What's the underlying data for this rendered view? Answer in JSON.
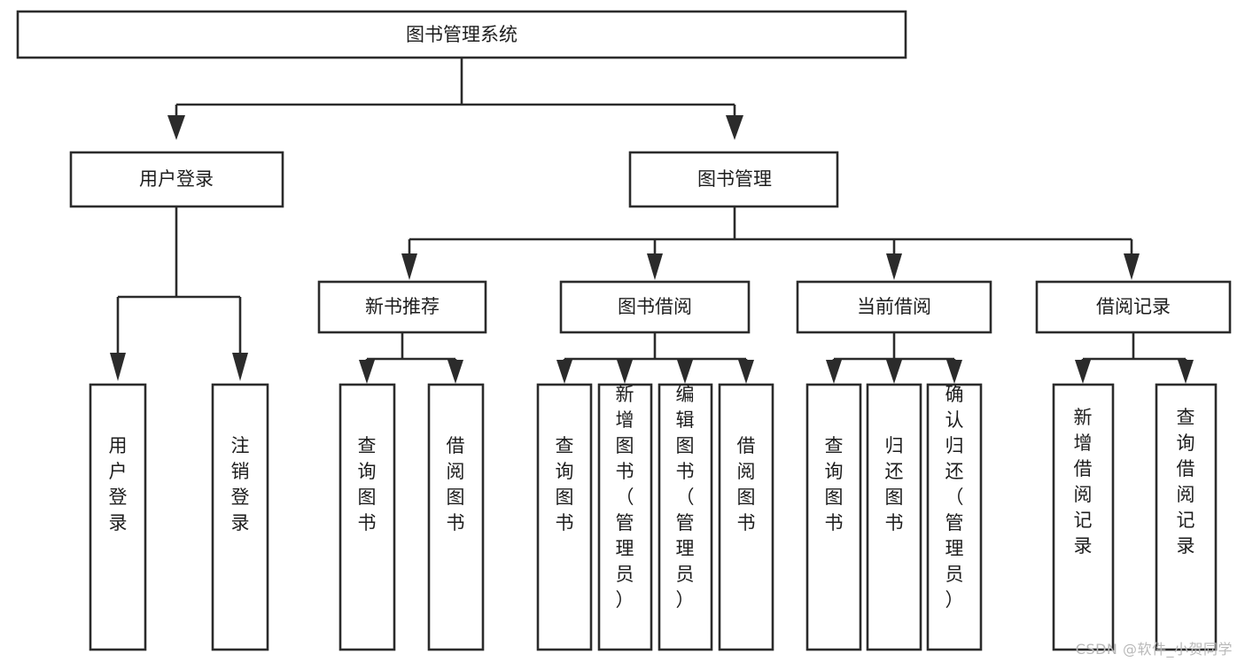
{
  "diagram": {
    "type": "hierarchy-tree",
    "title": "图书管理系统",
    "watermark": "CSDN @软件_小贺同学",
    "colors": {
      "box_stroke": "#2b2b2b",
      "box_fill": "#ffffff",
      "text": "#1d1d1d",
      "background": "#ffffff",
      "watermark": "#b9b9b9"
    },
    "root": {
      "label": "图书管理系统"
    },
    "level2": [
      {
        "label": "用户登录"
      },
      {
        "label": "图书管理"
      }
    ],
    "level3": [
      {
        "label": "新书推荐"
      },
      {
        "label": "图书借阅"
      },
      {
        "label": "当前借阅"
      },
      {
        "label": "借阅记录"
      }
    ],
    "leaves": {
      "user_login": [
        {
          "label": "用户登录"
        },
        {
          "label": "注销登录"
        }
      ],
      "new_book_recommend": [
        {
          "label": "查询图书"
        },
        {
          "label": "借阅图书"
        }
      ],
      "book_borrow": [
        {
          "label": "查询图书"
        },
        {
          "label": "新增图书（管理员）"
        },
        {
          "label": "编辑图书（管理员）"
        },
        {
          "label": "借阅图书"
        }
      ],
      "current_borrow": [
        {
          "label": "查询图书"
        },
        {
          "label": "归还图书"
        },
        {
          "label": "确认归还（管理员）"
        }
      ],
      "borrow_record": [
        {
          "label": "新增借阅记录"
        },
        {
          "label": "查询借阅记录"
        }
      ]
    }
  }
}
